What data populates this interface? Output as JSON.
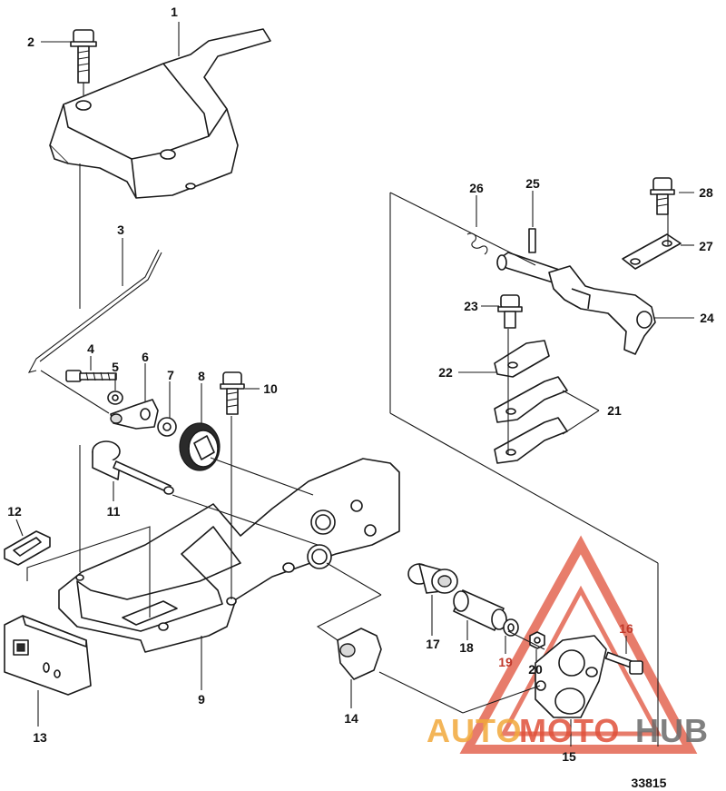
{
  "callouts": {
    "c1": "1",
    "c2": "2",
    "c3": "3",
    "c4": "4",
    "c5": "5",
    "c6": "6",
    "c7": "7",
    "c8": "8",
    "c9": "9",
    "c10": "10",
    "c11": "11",
    "c12": "12",
    "c13": "13",
    "c14": "14",
    "c15": "15",
    "c16": "16",
    "c17": "17",
    "c18": "18",
    "c19": "19",
    "c20": "20",
    "c21": "21",
    "c22": "22",
    "c23": "23",
    "c24": "24",
    "c25": "25",
    "c26": "26",
    "c27": "27",
    "c28": "28"
  },
  "figure_number": "33815",
  "watermark": {
    "part1": "AUTO",
    "part2": "MOTO",
    "part3": "HUB",
    "color_red": "#e0513a",
    "color_orange": "#f2a93b",
    "color_grey": "#6b6b6b"
  }
}
